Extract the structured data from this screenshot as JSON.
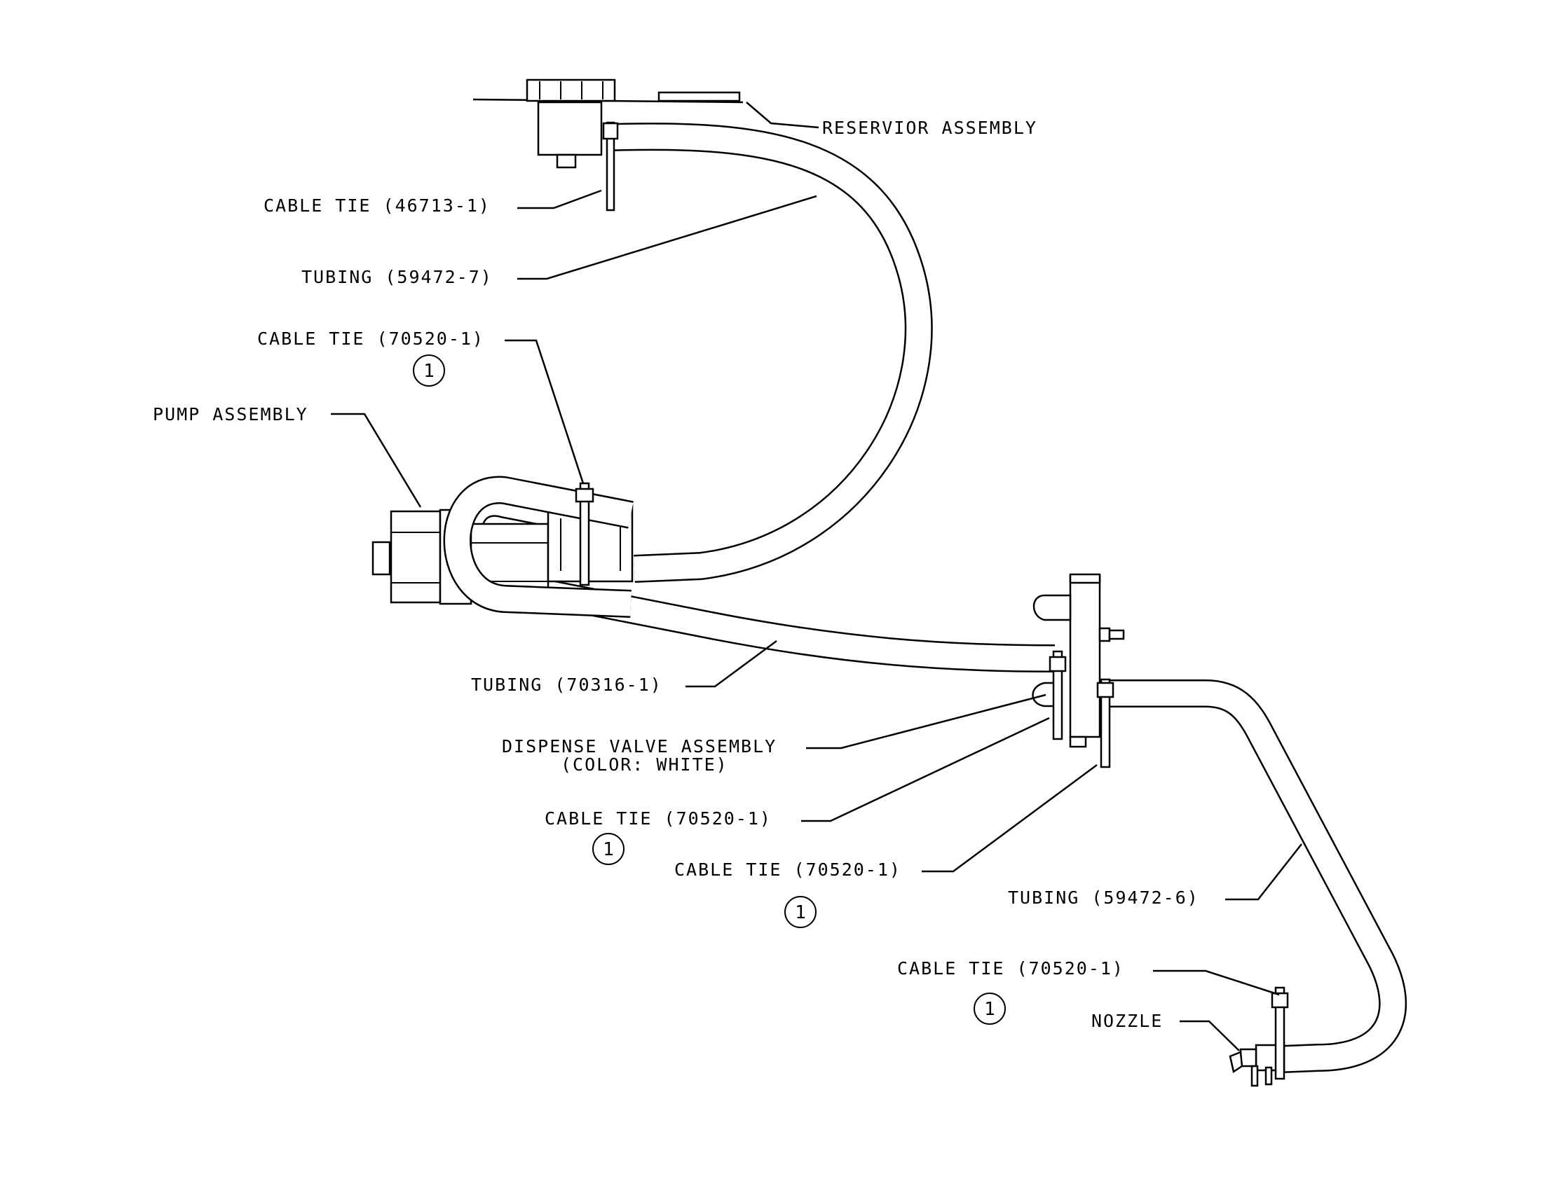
{
  "labels": {
    "reservoir": "RESERVIOR ASSEMBLY",
    "cable_tie_top": "CABLE TIE (46713-1)",
    "tubing_top": "TUBING (59472-7)",
    "cable_tie_pump": "CABLE TIE (70520-1)",
    "pump": "PUMP ASSEMBLY",
    "tubing_mid": "TUBING (70316-1)",
    "dispense_valve": "DISPENSE VALVE ASSEMBLY",
    "dispense_valve_color": "(COLOR: WHITE)",
    "cable_tie_valve_left": "CABLE TIE (70520-1)",
    "cable_tie_valve_right": "CABLE TIE (70520-1)",
    "tubing_right": "TUBING (59472-6)",
    "cable_tie_nozzle": "CABLE TIE (70520-1)",
    "nozzle": "NOZZLE"
  },
  "notes": {
    "note_1": "1"
  }
}
